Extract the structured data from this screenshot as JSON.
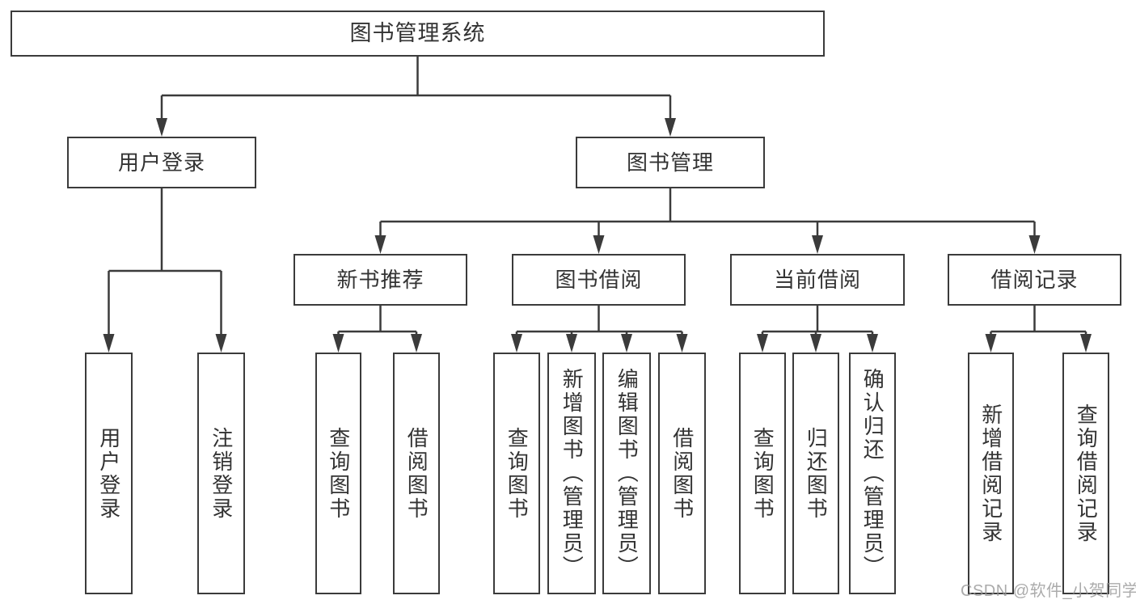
{
  "diagram": {
    "root": {
      "label": "图书管理系统",
      "children": [
        {
          "label": "用户登录",
          "children": [
            {
              "label": "用户登录"
            },
            {
              "label": "注销登录"
            }
          ]
        },
        {
          "label": "图书管理",
          "children": [
            {
              "label": "新书推荐",
              "children": [
                {
                  "label": "查询图书"
                },
                {
                  "label": "借阅图书"
                }
              ]
            },
            {
              "label": "图书借阅",
              "children": [
                {
                  "label": "查询图书"
                },
                {
                  "label": "新增图书（管理员）"
                },
                {
                  "label": "编辑图书（管理员）"
                },
                {
                  "label": "借阅图书"
                }
              ]
            },
            {
              "label": "当前借阅",
              "children": [
                {
                  "label": "查询图书"
                },
                {
                  "label": "归还图书"
                },
                {
                  "label": "确认归还（管理员）"
                }
              ]
            },
            {
              "label": "借阅记录",
              "children": [
                {
                  "label": "新增借阅记录"
                },
                {
                  "label": "查询借阅记录"
                }
              ]
            }
          ]
        }
      ]
    },
    "colors": {
      "line": "#3b3b3b",
      "text": "#333333",
      "box_fill": "#ffffff",
      "background": "#ffffff",
      "watermark": "#969696"
    }
  },
  "watermark": {
    "text": "CSDN @软件_小贺同学"
  }
}
